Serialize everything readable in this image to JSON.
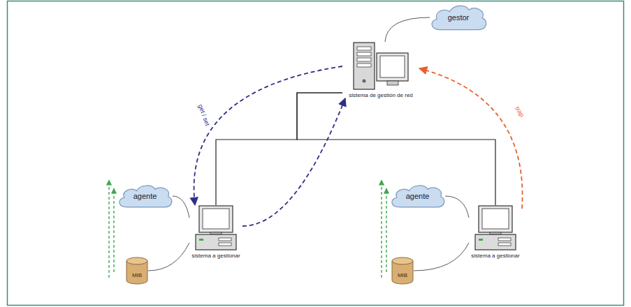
{
  "diagram": {
    "nodes": [
      {
        "text": [
          "gestor"
        ]
      },
      {
        "text": [
          "sistema de gestión de red"
        ]
      },
      {
        "text": [
          "agente"
        ]
      },
      {
        "text": [
          "sistema a gestionar"
        ]
      },
      {
        "text": [
          "MIB"
        ]
      },
      {
        "text": [
          "agente"
        ]
      },
      {
        "text": [
          "sistema a gestionar"
        ]
      },
      {
        "text": [
          "MIB"
        ]
      }
    ],
    "edges": [
      {
        "from": 1,
        "to": 3,
        "arrow": "none"
      },
      {
        "from": 1,
        "to": 6,
        "arrow": "none"
      },
      {
        "from": 0,
        "to": 1,
        "arrow": "none"
      },
      {
        "from": 2,
        "to": 3,
        "arrow": "none"
      },
      {
        "from": 4,
        "to": 3,
        "arrow": "none"
      },
      {
        "from": 5,
        "to": 6,
        "arrow": "none"
      },
      {
        "from": 7,
        "to": 6,
        "arrow": "none"
      },
      {
        "from": 1,
        "to": 3,
        "label": "get / set",
        "arrow": "to"
      },
      {
        "from": 3,
        "to": 1,
        "arrow": "to"
      },
      {
        "from": 6,
        "to": 1,
        "label": "trap",
        "arrow": "to"
      },
      {
        "from": 4,
        "to": 2,
        "arrow": "to"
      },
      {
        "from": 7,
        "to": 5,
        "arrow": "to"
      }
    ]
  }
}
